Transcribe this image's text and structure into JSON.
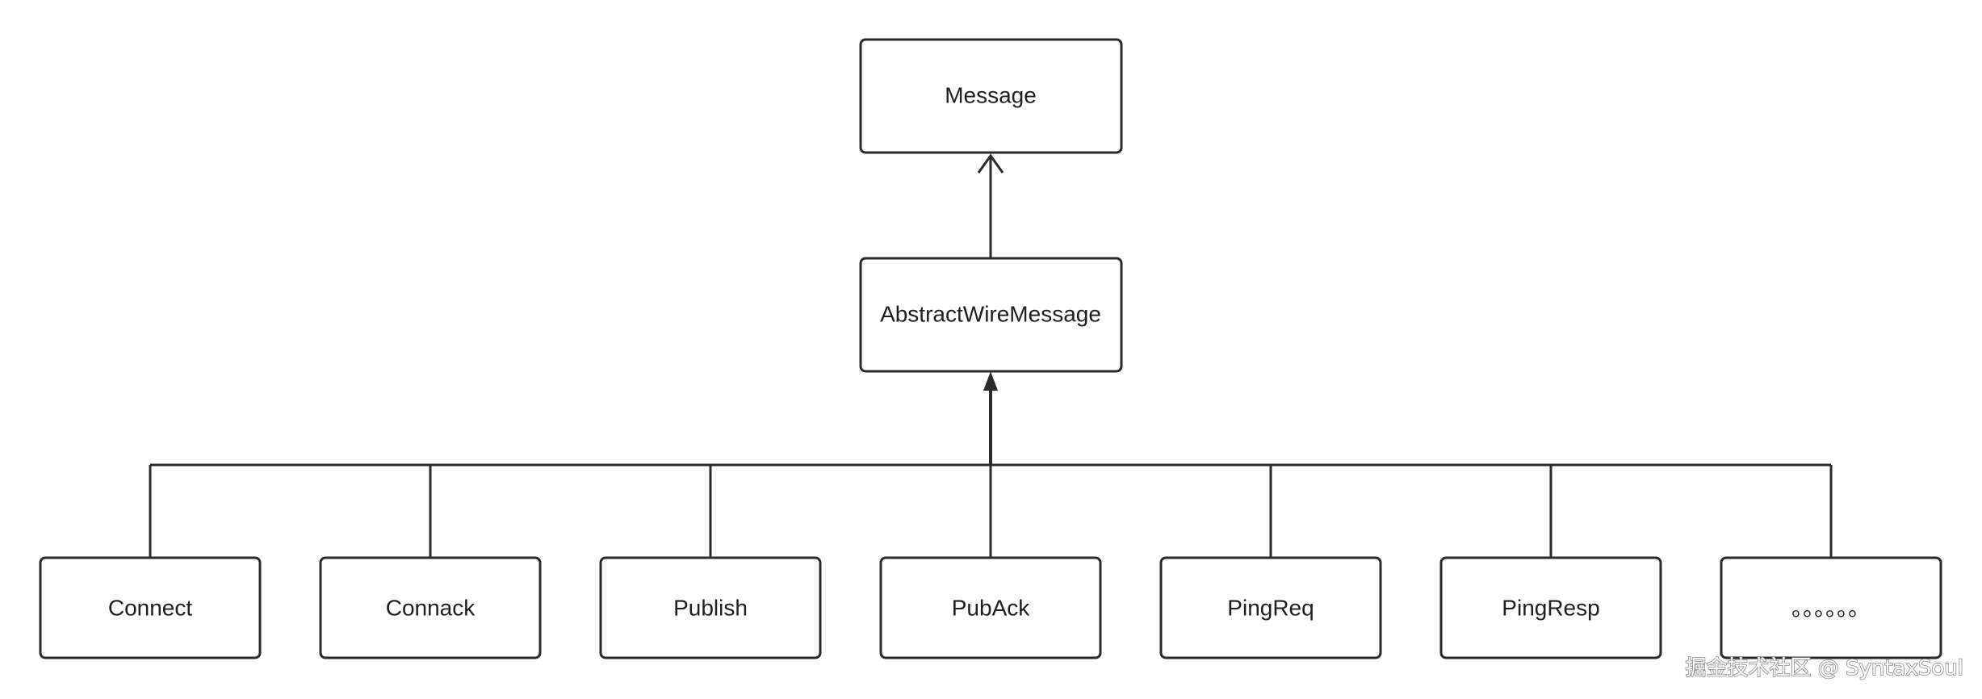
{
  "diagram": {
    "root": {
      "label": "Message"
    },
    "middle": {
      "label": "AbstractWireMessage"
    },
    "children": [
      {
        "label": "Connect"
      },
      {
        "label": "Connack"
      },
      {
        "label": "Publish"
      },
      {
        "label": "PubAck"
      },
      {
        "label": "PingReq"
      },
      {
        "label": "PingResp"
      },
      {
        "label": "。。。。。。"
      }
    ]
  },
  "watermark": "掘金技术社区 @ SyntaxSoul"
}
